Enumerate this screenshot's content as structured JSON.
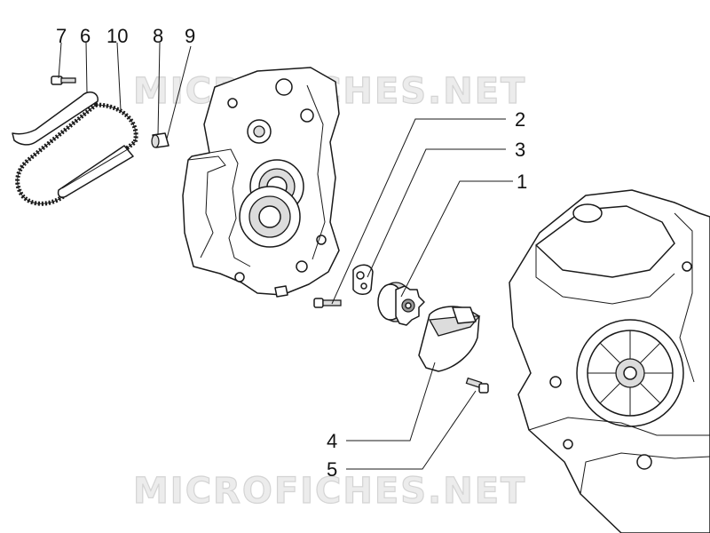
{
  "watermark_top": "MICROFICHES.NET",
  "watermark_bottom": "MICROFICHES.NET",
  "callouts": {
    "c7": "7",
    "c6": "6",
    "c10": "10",
    "c8": "8",
    "c9": "9",
    "c2": "2",
    "c3": "3",
    "c1": "1",
    "c4": "4",
    "c5": "5"
  }
}
